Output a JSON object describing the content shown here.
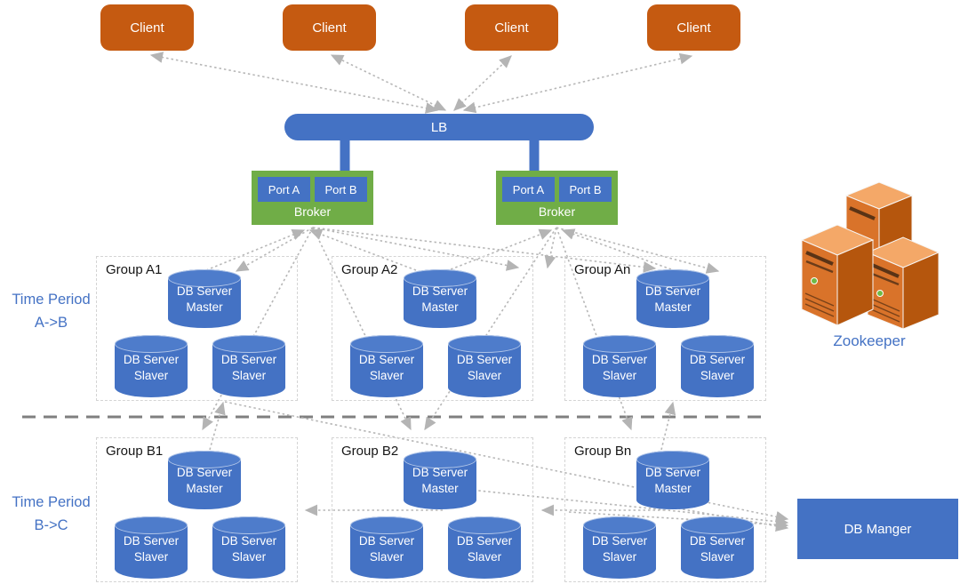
{
  "colors": {
    "orange": "#C55A11",
    "blue": "#4472C4",
    "green": "#70AD47",
    "line_gray": "#b7b7b7",
    "divider_gray": "#7f7f7f",
    "group_border": "#d4d4d4"
  },
  "clients": {
    "labels": [
      "Client",
      "Client",
      "Client",
      "Client"
    ]
  },
  "lb": {
    "label": "LB"
  },
  "brokers": [
    {
      "label": "Broker",
      "port_a": "Port A",
      "port_b": "Port B"
    },
    {
      "label": "Broker",
      "port_a": "Port A",
      "port_b": "Port B"
    }
  ],
  "time_periods": [
    {
      "line1": "Time Period",
      "line2": "A->B"
    },
    {
      "line1": "Time Period",
      "line2": "B->C"
    }
  ],
  "groups": [
    {
      "label": "Group A1"
    },
    {
      "label": "Group A2"
    },
    {
      "label": "Group An"
    },
    {
      "label": "Group B1"
    },
    {
      "label": "Group B2"
    },
    {
      "label": "Group Bn"
    }
  ],
  "db_labels": {
    "server": "DB Server",
    "master": "Master",
    "slaver": "Slaver"
  },
  "zookeeper": {
    "label": "Zookeeper"
  },
  "db_manager": {
    "label": "DB Manger"
  }
}
